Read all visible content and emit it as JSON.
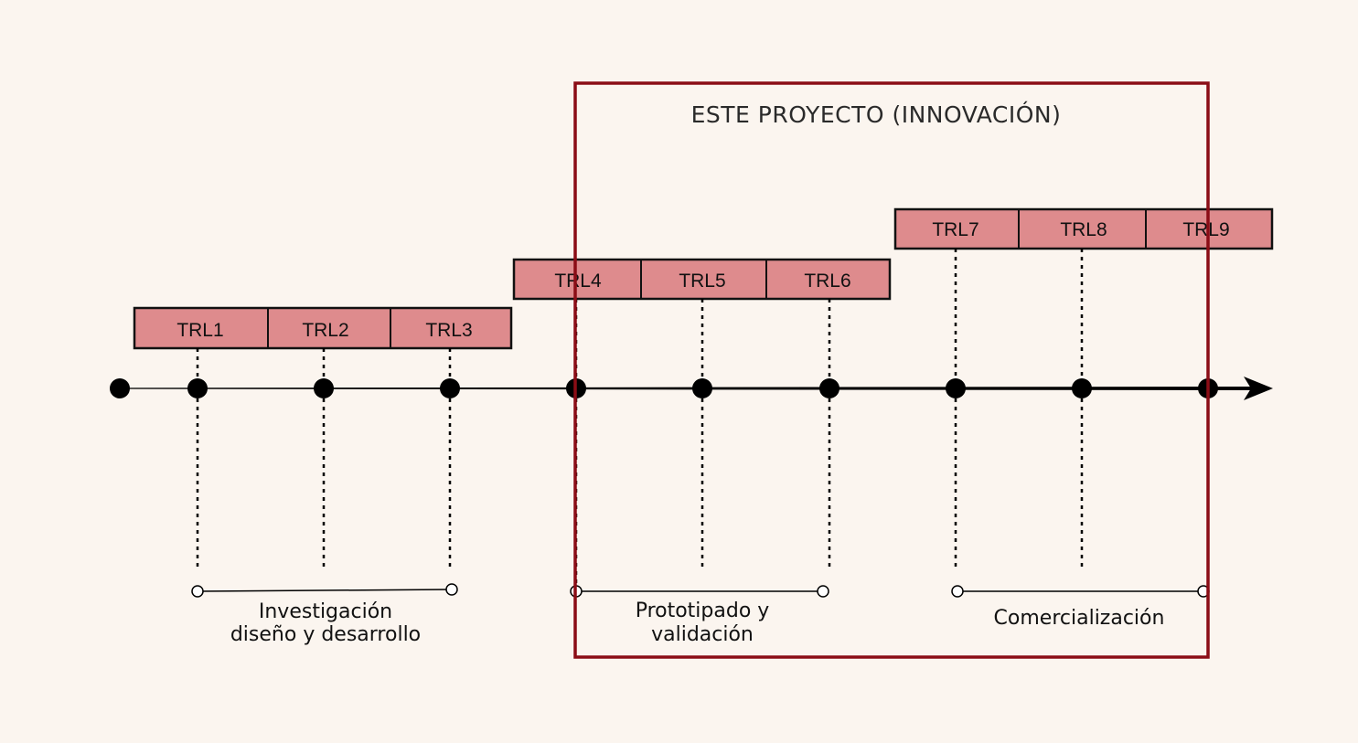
{
  "project_box": {
    "label": "ESTE PROYECTO (INNOVACIÓN)",
    "color": "#8b0d16"
  },
  "trl_groups": [
    {
      "levels": [
        {
          "label": "TRL1"
        },
        {
          "label": "TRL2"
        },
        {
          "label": "TRL3"
        }
      ]
    },
    {
      "levels": [
        {
          "label": "TRL4"
        },
        {
          "label": "TRL5"
        },
        {
          "label": "TRL6"
        }
      ]
    },
    {
      "levels": [
        {
          "label": "TRL7"
        },
        {
          "label": "TRL8"
        },
        {
          "label": "TRL9"
        }
      ]
    }
  ],
  "phases": [
    {
      "lines": [
        "Investigación",
        "diseño y desarrollo"
      ]
    },
    {
      "lines": [
        "Prototipado y",
        "validación"
      ]
    },
    {
      "lines": [
        "Comercialización"
      ]
    }
  ],
  "colors": {
    "background": "#fbf5ef",
    "box_fill": "#de8b8d",
    "box_stroke": "#111111",
    "line": "#000000",
    "project_frame": "#8b0d16"
  }
}
